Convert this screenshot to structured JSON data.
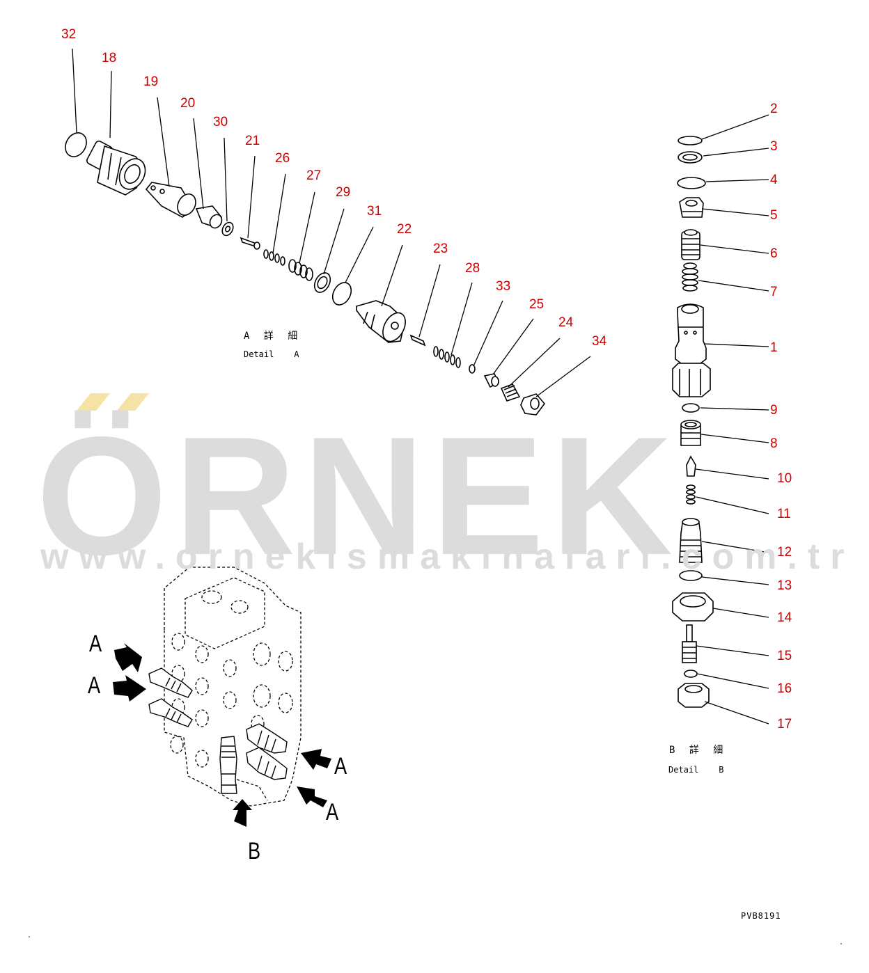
{
  "watermark": {
    "brand": "ÖRNEK",
    "url": "www.ornekismakinalari.com.tr",
    "brand_color": "#dcdcdc",
    "accent_color": "#f5e3a6"
  },
  "callout_color": "#cc0000",
  "detail_a": {
    "jp": "A 詳 細",
    "en": "Detail    A"
  },
  "detail_b": {
    "jp": "B 詳 細",
    "en": "Detail    B"
  },
  "view_labels": {
    "a": "A",
    "b": "B"
  },
  "drawing_code": "PVB8191",
  "callouts_detail_a": [
    "32",
    "18",
    "19",
    "20",
    "30",
    "21",
    "26",
    "27",
    "29",
    "31",
    "22",
    "23",
    "28",
    "33",
    "25",
    "24",
    "34"
  ],
  "callouts_detail_b": [
    "2",
    "3",
    "4",
    "5",
    "6",
    "7",
    "1",
    "9",
    "8",
    "10",
    "11",
    "12",
    "13",
    "14",
    "15",
    "16",
    "17"
  ]
}
